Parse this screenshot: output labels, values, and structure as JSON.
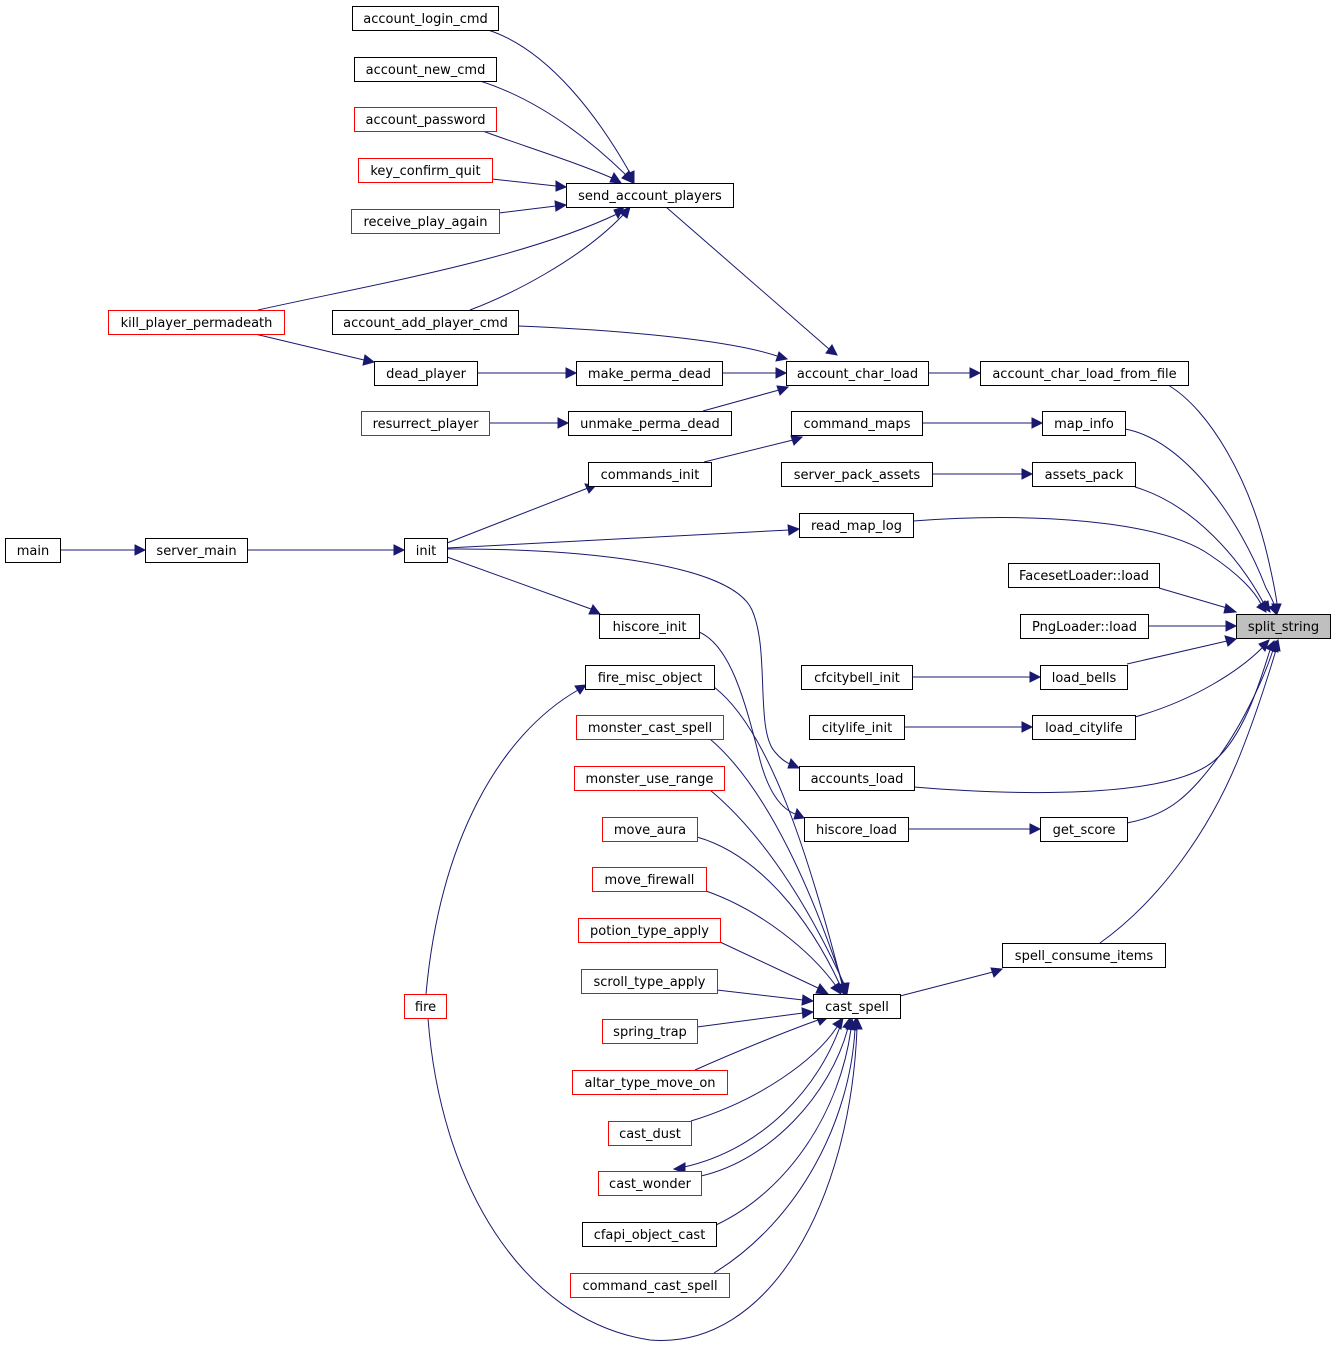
{
  "graph": {
    "type": "caller-graph",
    "colors": {
      "edge": "#191970",
      "border_normal": "#000000",
      "border_truncated": "#ff0000",
      "highlight_fill": "#bfbfbf",
      "node_fill": "#ffffff"
    },
    "nodes": [
      {
        "id": "split_string",
        "label": "split_string",
        "style": "highlight"
      },
      {
        "id": "account_char_load_from_file",
        "label": "account_char_load_from_file",
        "style": "normal"
      },
      {
        "id": "map_info",
        "label": "map_info",
        "style": "normal"
      },
      {
        "id": "assets_pack",
        "label": "assets_pack",
        "style": "normal"
      },
      {
        "id": "read_map_log",
        "label": "read_map_log",
        "style": "normal"
      },
      {
        "id": "FacesetLoader_load",
        "label": "FacesetLoader::load",
        "style": "normal"
      },
      {
        "id": "PngLoader_load",
        "label": "PngLoader::load",
        "style": "normal"
      },
      {
        "id": "load_bells",
        "label": "load_bells",
        "style": "normal"
      },
      {
        "id": "load_citylife",
        "label": "load_citylife",
        "style": "normal"
      },
      {
        "id": "accounts_load",
        "label": "accounts_load",
        "style": "normal"
      },
      {
        "id": "get_score",
        "label": "get_score",
        "style": "normal"
      },
      {
        "id": "spell_consume_items",
        "label": "spell_consume_items",
        "style": "normal"
      },
      {
        "id": "account_char_load",
        "label": "account_char_load",
        "style": "normal"
      },
      {
        "id": "command_maps",
        "label": "command_maps",
        "style": "normal"
      },
      {
        "id": "server_pack_assets",
        "label": "server_pack_assets",
        "style": "normal"
      },
      {
        "id": "cfcitybell_init",
        "label": "cfcitybell_init",
        "style": "normal"
      },
      {
        "id": "citylife_init",
        "label": "citylife_init",
        "style": "normal"
      },
      {
        "id": "hiscore_load",
        "label": "hiscore_load",
        "style": "normal"
      },
      {
        "id": "cast_spell",
        "label": "cast_spell",
        "style": "normal"
      },
      {
        "id": "send_account_players",
        "label": "send_account_players",
        "style": "normal"
      },
      {
        "id": "account_add_player_cmd",
        "label": "account_add_player_cmd",
        "style": "normal"
      },
      {
        "id": "make_perma_dead",
        "label": "make_perma_dead",
        "style": "normal"
      },
      {
        "id": "unmake_perma_dead",
        "label": "unmake_perma_dead",
        "style": "normal"
      },
      {
        "id": "commands_init",
        "label": "commands_init",
        "style": "normal"
      },
      {
        "id": "hiscore_init",
        "label": "hiscore_init",
        "style": "normal"
      },
      {
        "id": "fire_misc_object",
        "label": "fire_misc_object",
        "style": "normal"
      },
      {
        "id": "monster_cast_spell",
        "label": "monster_cast_spell",
        "style": "truncated"
      },
      {
        "id": "monster_use_range",
        "label": "monster_use_range",
        "style": "truncated"
      },
      {
        "id": "move_aura",
        "label": "move_aura",
        "style": "truncated"
      },
      {
        "id": "move_firewall",
        "label": "move_firewall",
        "style": "truncated"
      },
      {
        "id": "potion_type_apply",
        "label": "potion_type_apply",
        "style": "truncated"
      },
      {
        "id": "scroll_type_apply",
        "label": "scroll_type_apply",
        "style": "truncated"
      },
      {
        "id": "spring_trap",
        "label": "spring_trap",
        "style": "truncated"
      },
      {
        "id": "altar_type_move_on",
        "label": "altar_type_move_on",
        "style": "truncated"
      },
      {
        "id": "cast_dust",
        "label": "cast_dust",
        "style": "truncated"
      },
      {
        "id": "cast_wonder",
        "label": "cast_wonder",
        "style": "truncated"
      },
      {
        "id": "cfapi_object_cast",
        "label": "cfapi_object_cast",
        "style": "normal"
      },
      {
        "id": "command_cast_spell",
        "label": "command_cast_spell",
        "style": "truncated"
      },
      {
        "id": "account_login_cmd",
        "label": "account_login_cmd",
        "style": "normal"
      },
      {
        "id": "account_new_cmd",
        "label": "account_new_cmd",
        "style": "normal"
      },
      {
        "id": "account_password",
        "label": "account_password",
        "style": "truncated"
      },
      {
        "id": "key_confirm_quit",
        "label": "key_confirm_quit",
        "style": "truncated"
      },
      {
        "id": "receive_play_again",
        "label": "receive_play_again",
        "style": "truncated"
      },
      {
        "id": "kill_player_permadeath",
        "label": "kill_player_permadeath",
        "style": "truncated"
      },
      {
        "id": "dead_player",
        "label": "dead_player",
        "style": "normal"
      },
      {
        "id": "resurrect_player",
        "label": "resurrect_player",
        "style": "truncated"
      },
      {
        "id": "init",
        "label": "init",
        "style": "normal"
      },
      {
        "id": "fire",
        "label": "fire",
        "style": "truncated"
      },
      {
        "id": "server_main",
        "label": "server_main",
        "style": "normal"
      },
      {
        "id": "main",
        "label": "main",
        "style": "normal"
      }
    ],
    "edges": [
      {
        "from": "account_char_load_from_file",
        "to": "split_string"
      },
      {
        "from": "map_info",
        "to": "split_string"
      },
      {
        "from": "assets_pack",
        "to": "split_string"
      },
      {
        "from": "read_map_log",
        "to": "split_string"
      },
      {
        "from": "FacesetLoader_load",
        "to": "split_string"
      },
      {
        "from": "PngLoader_load",
        "to": "split_string"
      },
      {
        "from": "load_bells",
        "to": "split_string"
      },
      {
        "from": "load_citylife",
        "to": "split_string"
      },
      {
        "from": "accounts_load",
        "to": "split_string"
      },
      {
        "from": "get_score",
        "to": "split_string"
      },
      {
        "from": "spell_consume_items",
        "to": "split_string"
      },
      {
        "from": "account_char_load",
        "to": "account_char_load_from_file"
      },
      {
        "from": "command_maps",
        "to": "map_info"
      },
      {
        "from": "server_pack_assets",
        "to": "assets_pack"
      },
      {
        "from": "init",
        "to": "read_map_log"
      },
      {
        "from": "cfcitybell_init",
        "to": "load_bells"
      },
      {
        "from": "citylife_init",
        "to": "load_citylife"
      },
      {
        "from": "init",
        "to": "accounts_load"
      },
      {
        "from": "hiscore_load",
        "to": "get_score"
      },
      {
        "from": "cast_spell",
        "to": "spell_consume_items"
      },
      {
        "from": "send_account_players",
        "to": "account_char_load"
      },
      {
        "from": "account_add_player_cmd",
        "to": "account_char_load"
      },
      {
        "from": "make_perma_dead",
        "to": "account_char_load"
      },
      {
        "from": "unmake_perma_dead",
        "to": "account_char_load"
      },
      {
        "from": "commands_init",
        "to": "command_maps"
      },
      {
        "from": "hiscore_init",
        "to": "hiscore_load"
      },
      {
        "from": "fire_misc_object",
        "to": "cast_spell"
      },
      {
        "from": "monster_cast_spell",
        "to": "cast_spell"
      },
      {
        "from": "monster_use_range",
        "to": "cast_spell"
      },
      {
        "from": "move_aura",
        "to": "cast_spell"
      },
      {
        "from": "move_firewall",
        "to": "cast_spell"
      },
      {
        "from": "potion_type_apply",
        "to": "cast_spell"
      },
      {
        "from": "scroll_type_apply",
        "to": "cast_spell"
      },
      {
        "from": "spring_trap",
        "to": "cast_spell"
      },
      {
        "from": "altar_type_move_on",
        "to": "cast_spell"
      },
      {
        "from": "cast_dust",
        "to": "cast_spell"
      },
      {
        "from": "cast_wonder",
        "to": "cast_spell"
      },
      {
        "from": "cast_spell",
        "to": "cast_wonder"
      },
      {
        "from": "cfapi_object_cast",
        "to": "cast_spell"
      },
      {
        "from": "command_cast_spell",
        "to": "cast_spell"
      },
      {
        "from": "fire",
        "to": "cast_spell"
      },
      {
        "from": "account_login_cmd",
        "to": "send_account_players"
      },
      {
        "from": "account_new_cmd",
        "to": "send_account_players"
      },
      {
        "from": "account_password",
        "to": "send_account_players"
      },
      {
        "from": "key_confirm_quit",
        "to": "send_account_players"
      },
      {
        "from": "receive_play_again",
        "to": "send_account_players"
      },
      {
        "from": "kill_player_permadeath",
        "to": "send_account_players"
      },
      {
        "from": "account_add_player_cmd",
        "to": "send_account_players"
      },
      {
        "from": "dead_player",
        "to": "make_perma_dead"
      },
      {
        "from": "resurrect_player",
        "to": "unmake_perma_dead"
      },
      {
        "from": "init",
        "to": "commands_init"
      },
      {
        "from": "init",
        "to": "hiscore_init"
      },
      {
        "from": "fire",
        "to": "fire_misc_object"
      },
      {
        "from": "kill_player_permadeath",
        "to": "dead_player"
      },
      {
        "from": "server_main",
        "to": "init"
      },
      {
        "from": "main",
        "to": "server_main"
      }
    ]
  }
}
